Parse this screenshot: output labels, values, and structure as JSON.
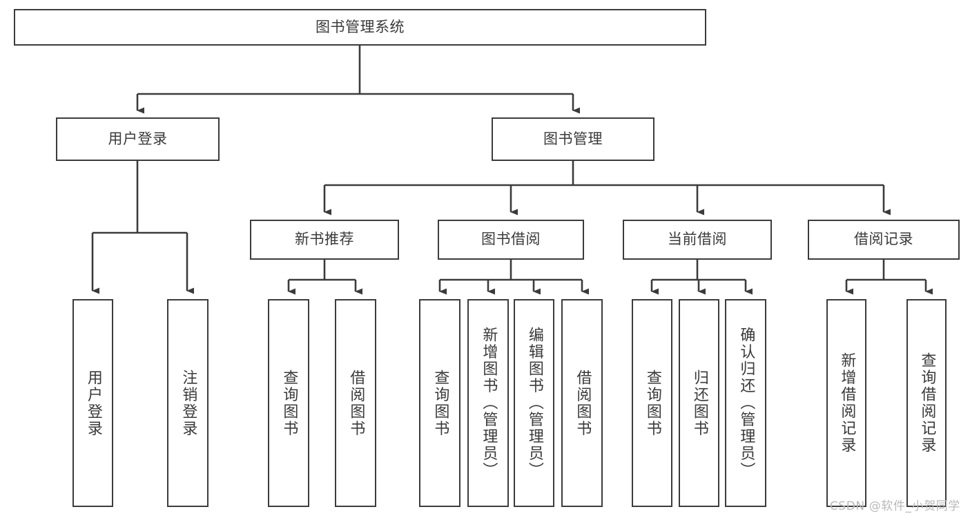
{
  "diagram": {
    "title": "图书管理系统",
    "watermark": "CSDN @软件_小贺同学",
    "accent_color": "#3b3b3b",
    "background_color": "#ffffff",
    "text_color": "#3a3a3a",
    "nodes": {
      "root": {
        "label": "图书管理系统"
      },
      "level2": [
        {
          "label": "用户登录"
        },
        {
          "label": "图书管理"
        }
      ],
      "level3": [
        {
          "label": "新书推荐"
        },
        {
          "label": "图书借阅"
        },
        {
          "label": "当前借阅"
        },
        {
          "label": "借阅记录"
        }
      ],
      "leaves": {
        "user_login": [
          {
            "label": "用户登录"
          },
          {
            "label": "注销登录"
          }
        ],
        "new_book": [
          {
            "label": "查询图书"
          },
          {
            "label": "借阅图书"
          }
        ],
        "book_borrow": [
          {
            "label": "查询图书"
          },
          {
            "label": "新增图书（管理员）"
          },
          {
            "label": "编辑图书（管理员）"
          },
          {
            "label": "借阅图书"
          }
        ],
        "current_borrow": [
          {
            "label": "查询图书"
          },
          {
            "label": "归还图书"
          },
          {
            "label": "确认归还（管理员）"
          }
        ],
        "borrow_record": [
          {
            "label": "新增借阅记录"
          },
          {
            "label": "查询借阅记录"
          }
        ]
      }
    }
  }
}
